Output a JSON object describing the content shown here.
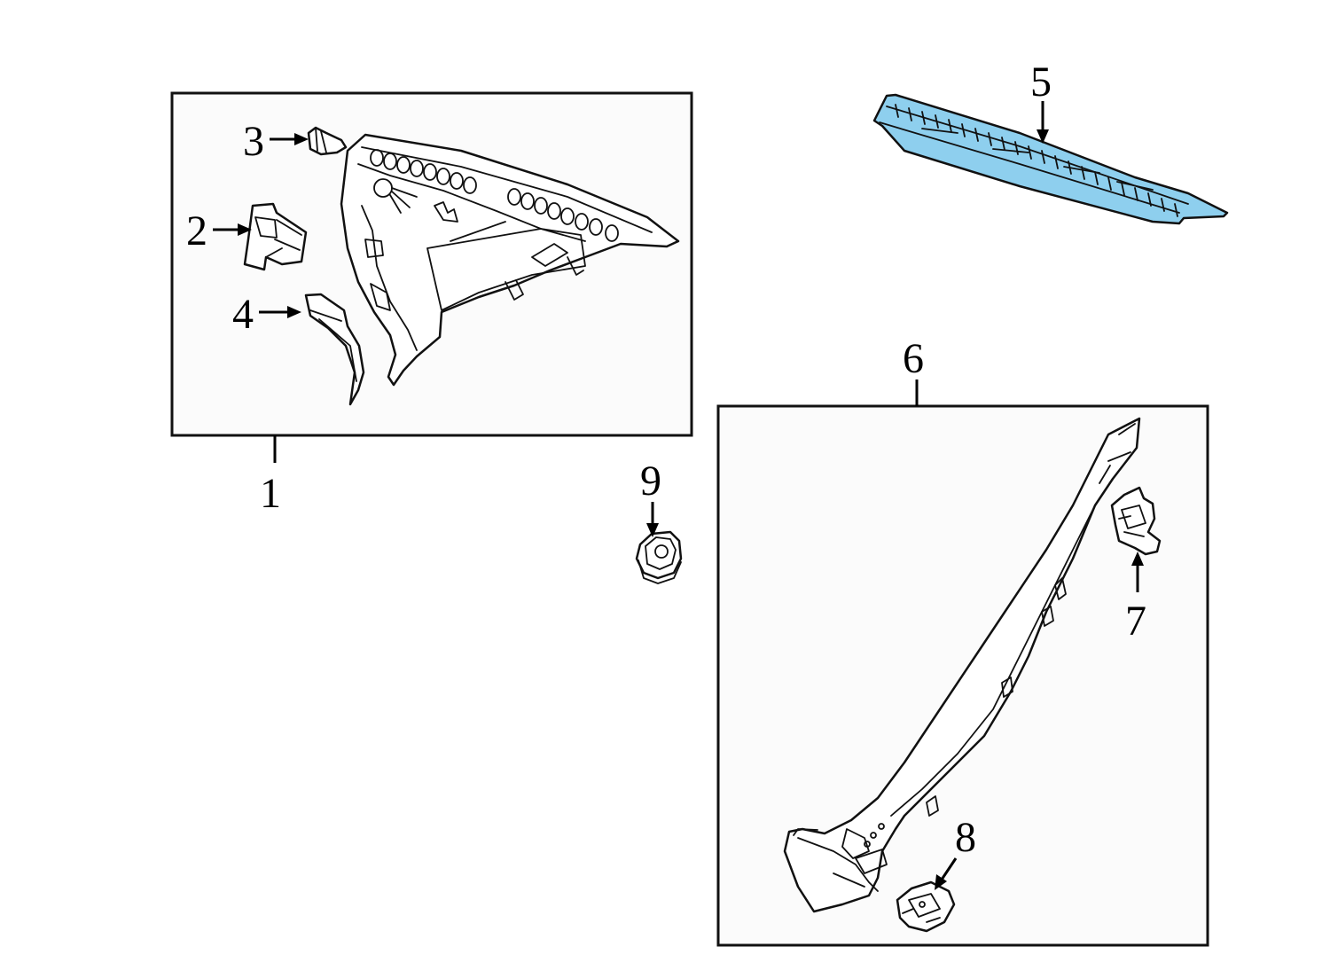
{
  "callouts": {
    "c1": "1",
    "c2": "2",
    "c3": "3",
    "c4": "4",
    "c5": "5",
    "c6": "6",
    "c7": "7",
    "c8": "8",
    "c9": "9"
  },
  "colors": {
    "highlight": "#8ecfee",
    "line": "#111111",
    "box_fill": "#fbfbfb"
  }
}
